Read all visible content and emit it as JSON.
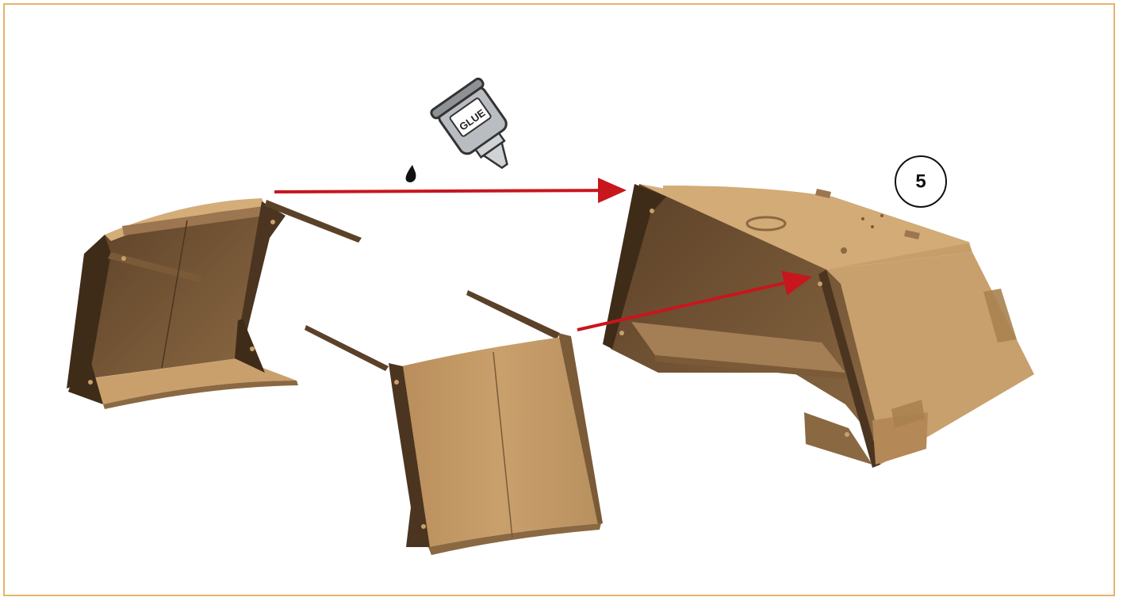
{
  "step": {
    "number": "5"
  },
  "glue": {
    "label": "GLUE"
  },
  "colors": {
    "frame": "#e8b36a",
    "part_light": "#c9a06c",
    "part_mid": "#b48857",
    "part_dark": "#7a5a37",
    "part_shadow": "#4b3520",
    "arrow": "#c8161d"
  },
  "parts": [
    {
      "name": "left-side-panel",
      "role": "component to glue"
    },
    {
      "name": "front-panel",
      "role": "component to glue"
    },
    {
      "name": "assembled-body",
      "role": "target assembly"
    }
  ],
  "arrows": [
    {
      "from": "left-side-panel",
      "to": "assembled-body"
    },
    {
      "from": "front-panel",
      "to": "assembled-body"
    }
  ]
}
